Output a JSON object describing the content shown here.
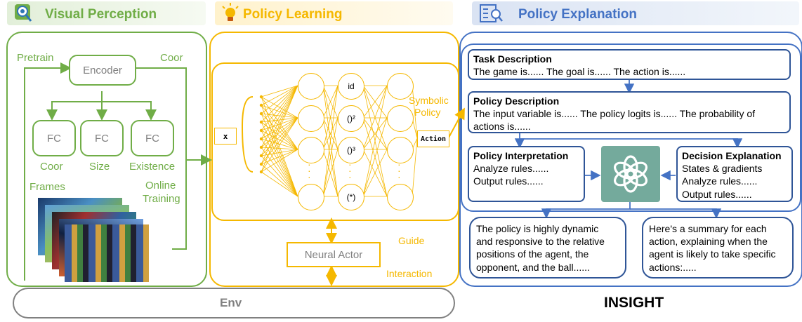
{
  "sections": {
    "visual": {
      "title": "Visual Perception",
      "icon": "magnifier-chip-icon"
    },
    "policy": {
      "title": "Policy Learning",
      "icon": "lightbulb-icon"
    },
    "explain": {
      "title": "Policy Explanation",
      "icon": "document-search-icon"
    }
  },
  "visual": {
    "pretrain": "Pretrain",
    "coor_top": "Coor",
    "encoder": "Encoder",
    "fc": [
      "FC",
      "FC",
      "FC"
    ],
    "fc_labels": [
      "Coor",
      "Size",
      "Existence"
    ],
    "frames": "Frames",
    "online_training": [
      "Online",
      "Training"
    ]
  },
  "policy": {
    "input": "x",
    "functions": [
      "id",
      "()²",
      "()³",
      "(*)"
    ],
    "symbolic_policy": [
      "Symbolic",
      "Policy"
    ],
    "action": "Action",
    "neural_actor": "Neural Actor",
    "guide": "Guide",
    "interaction": "Interaction"
  },
  "explain": {
    "task": {
      "title": "Task Description",
      "text": "The game is...... The goal is...... The action is......"
    },
    "policy_desc": {
      "title": "Policy Description",
      "lines": [
        "The input variable is...... The policy logits is...... The probability of",
        "actions is......"
      ]
    },
    "interp": {
      "title": "Policy Interpretation",
      "lines": [
        "Analyze rules......",
        "Output rules......"
      ]
    },
    "decision": {
      "title": "Decision Explanation",
      "lines": [
        "States & gradients",
        "Analyze rules......",
        "Output rules......"
      ]
    },
    "out_left": [
      "The policy is highly dynamic",
      "and responsive to the relative",
      "positions of the agent, the",
      "opponent, and the ball......"
    ],
    "out_right": [
      "Here's a summary for each",
      "action, explaining when the",
      "agent is likely to take specific",
      "actions:....."
    ]
  },
  "env": "Env",
  "brand": "INSIGHT",
  "colors": {
    "green": "#70ad47",
    "yellow": "#f5b800",
    "blue": "#4472c4",
    "gpt": "#74aa9c",
    "gray": "#808080"
  }
}
